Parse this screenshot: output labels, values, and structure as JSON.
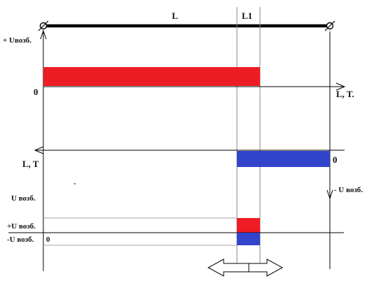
{
  "labels": {
    "length_L": "L",
    "length_L1": "L1",
    "plus_u_top": "+ Uвозб.",
    "zero_top": "0",
    "axis_lt_top": "L, T.",
    "axis_lt_mid": "L, T",
    "zero_mid": "0",
    "u_left": "U возб.",
    "minus_u_right": "- U возб.",
    "plus_u_bottom": "+U возб.",
    "minus_u_bottom": "-U возб.",
    "zero_bottom": "0"
  },
  "colors": {
    "line": "#000000",
    "thin_line": "#8a8a8a",
    "red_band": "#ee1c25",
    "blue_band": "#3344cc"
  },
  "icons": {
    "left_pivot": "pivot-circle-icon",
    "right_pivot": "pivot-circle-icon",
    "movement": "double-arrow-icon"
  }
}
